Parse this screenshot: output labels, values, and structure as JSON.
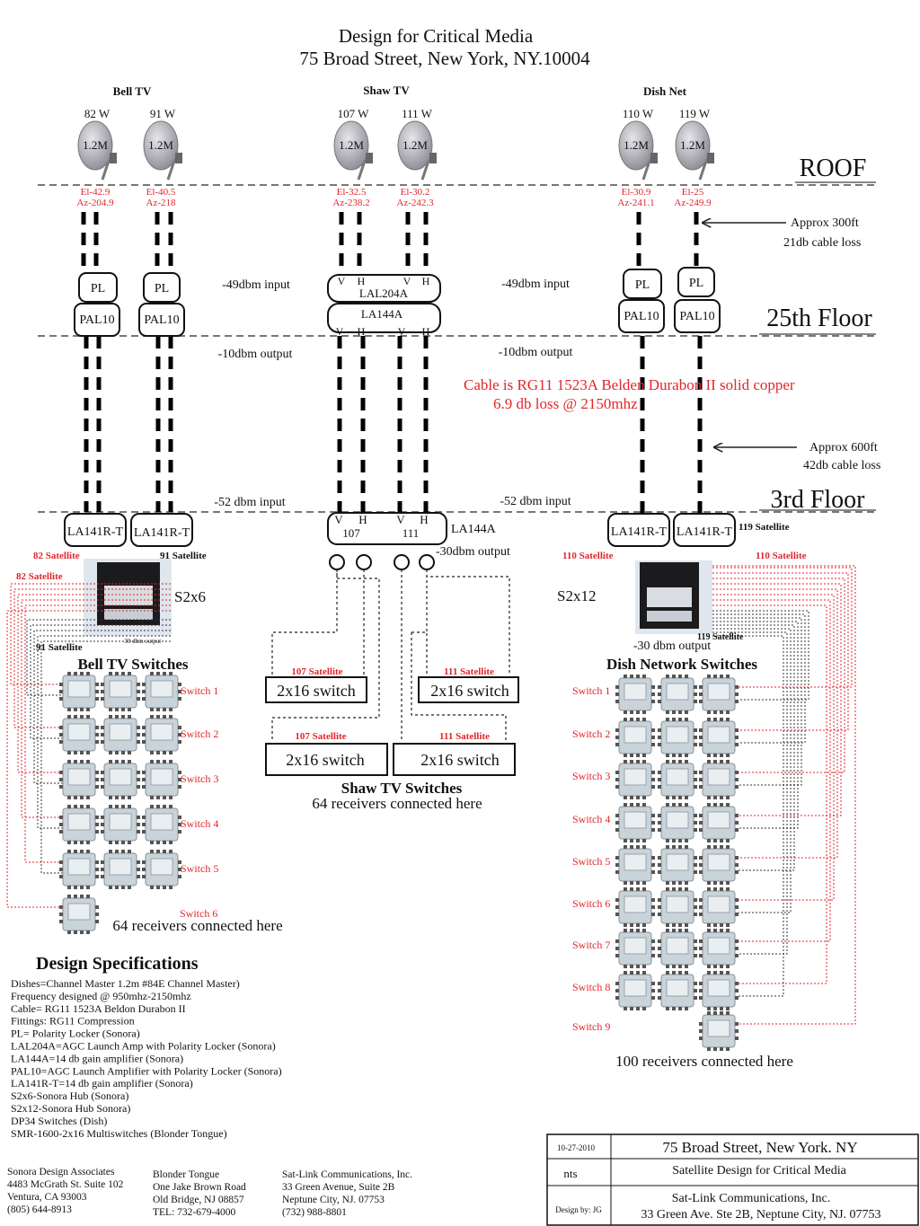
{
  "title": {
    "line1": "Design for Critical Media",
    "line2": "75 Broad Street, New York, NY.10004"
  },
  "floors": {
    "roof": "ROOF",
    "floor25": "25th Floor",
    "floor3": "3rd Floor"
  },
  "providers": [
    {
      "name": "Bell TV",
      "dishes": [
        {
          "orbit": "82 W",
          "size": "1.2M",
          "el": "El-42.9",
          "az": "Az-204.9"
        },
        {
          "orbit": "91 W",
          "size": "1.2M",
          "el": "El-40.5",
          "az": "Az-218"
        }
      ]
    },
    {
      "name": "Shaw TV",
      "dishes": [
        {
          "orbit": "107 W",
          "size": "1.2M",
          "el": "El-32.5",
          "az": "Az-238.2"
        },
        {
          "orbit": "111 W",
          "size": "1.2M",
          "el": "El-30.2",
          "az": "Az-242.3"
        }
      ]
    },
    {
      "name": "Dish Net",
      "dishes": [
        {
          "orbit": "110 W",
          "size": "1.2M",
          "el": "El-30.9",
          "az": "Az-241.1"
        },
        {
          "orbit": "119 W",
          "size": "1.2M",
          "el": "El-25",
          "az": "Az-249.9"
        }
      ]
    }
  ],
  "annotations": {
    "approx300": "Approx 300ft",
    "loss21": "21db cable loss",
    "approx600": "Approx 600ft",
    "loss42": "42db cable loss",
    "input49_left": "-49dbm input",
    "input49_right": "-49dbm input",
    "output10_left": "-10dbm output",
    "output10_right": "-10dbm output",
    "input52_left": "-52 dbm input",
    "input52_right": "-52 dbm input",
    "cable_line1": "Cable is RG11 1523A  Belden Durabon II solid copper",
    "cable_line2": "6.9 db loss @ 2150mhz",
    "output30_shaw": "-30dbm output",
    "output30_dish": "-30 dbm output",
    "output30_bell": "-30 dbm output"
  },
  "equipment": {
    "pl": "PL",
    "pal10": "PAL10",
    "lal204a": "LAL204A",
    "la144a": "LA144A",
    "la141rt": "LA141R-T",
    "v": "V",
    "h": "H",
    "sat107": "107",
    "sat111": "111",
    "s2x6": "S2x6",
    "s2x12": "S2x12"
  },
  "satellite_labels": {
    "bell82a": "82 Satellite",
    "bell91a": "91 Satellite",
    "bell82b": "82 Satellite",
    "bell91b": "91 Satellite",
    "dish110a": "110 Satellite",
    "dish110b": "110 Satellite",
    "dish119a": "119 Satellite",
    "dish119b": "119 Satellite"
  },
  "bell": {
    "heading": "Bell TV Switches",
    "switches": [
      "Switch 1",
      "Switch 2",
      "Switch 3",
      "Switch 4",
      "Switch 5",
      "Switch 6"
    ],
    "receivers": "64 receivers connected here"
  },
  "shaw": {
    "heading": "Shaw TV Switches",
    "receivers": "64 receivers connected here",
    "switch_label": "2x16 switch",
    "sat107": "107 Satellite",
    "sat111": "111 Satellite"
  },
  "dish": {
    "heading": "Dish Network Switches",
    "switches": [
      "Switch 1",
      "Switch 2",
      "Switch 3",
      "Switch 4",
      "Switch 5",
      "Switch 6",
      "Switch 7",
      "Switch 8",
      "Switch 9"
    ],
    "receivers": "100 receivers connected here"
  },
  "specs": {
    "heading": "Design Specifications",
    "lines": [
      "Dishes=Channel Master 1.2m #84E Channel Master)",
      "Frequency designed @ 950mhz-2150mhz",
      "Cable= RG11 1523A Beldon Durabon II",
      "Fittings: RG11 Compression",
      "PL= Polarity Locker (Sonora)",
      "LAL204A=AGC Launch Amp with Polarity Locker (Sonora)",
      "LA144A=14 db gain amplifier (Sonora)",
      "PAL10=AGC Launch Amplifier with Polarity Locker (Sonora)",
      "LA141R-T=14 db gain amplifier (Sonora)",
      "S2x6-Sonora Hub (Sonora)",
      "S2x12-Sonora Hub Sonora)",
      "DP34 Switches (Dish)",
      "SMR-1600-2x16 Multiswitches (Blonder Tongue)"
    ]
  },
  "contacts": [
    [
      "Sonora Design Associates",
      "4483 McGrath St. Suite 102",
      "Ventura, CA 93003",
      "(805) 644-8913"
    ],
    [
      "Blonder Tongue",
      "One Jake Brown Road",
      "Old Bridge, NJ 08857",
      "TEL: 732-679-4000"
    ],
    [
      "Sat-Link Communications, Inc.",
      "33 Green Avenue, Suite 2B",
      "Neptune City, NJ. 07753",
      "(732) 988-8801"
    ]
  ],
  "titleblock": {
    "date": "10-27-2010",
    "scale": "nts",
    "designer": "Design by: JG",
    "project": "75 Broad Street, New York. NY",
    "description": "Satellite Design for Critical Media",
    "company": "Sat-Link Communications, Inc.",
    "address": "33 Green Ave. Ste 2B, Neptune City, NJ. 07753"
  },
  "colors": {
    "accent_red": "#e0262b",
    "line": "#111111",
    "floor_line": "#777777"
  }
}
